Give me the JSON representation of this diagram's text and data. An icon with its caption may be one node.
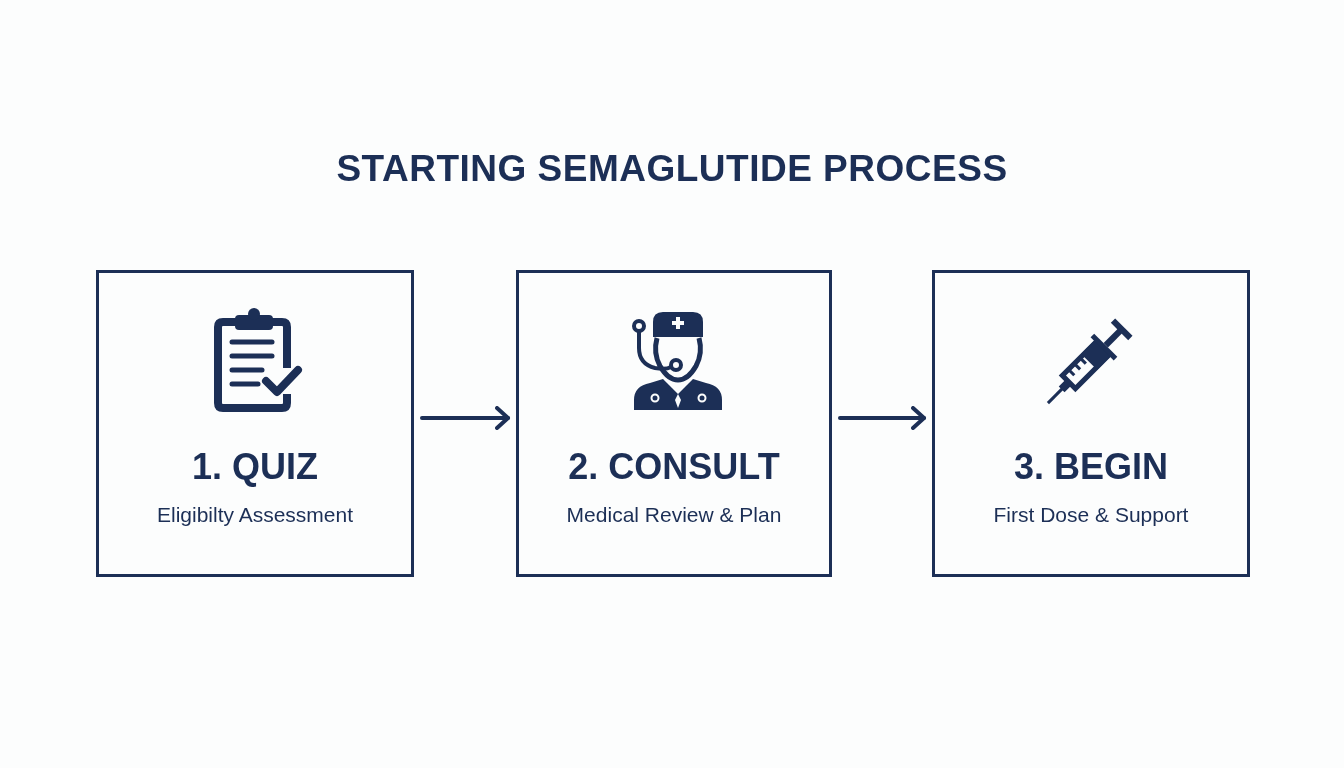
{
  "diagram": {
    "title": "STARTING SEMAGLUTIDE PROCESS",
    "nodes": [
      {
        "text": [
          "1. QUIZ",
          "Eligibilty Assessment"
        ]
      },
      {
        "text": [
          "2. CONSULT",
          "Medical Review & Plan"
        ]
      },
      {
        "text": [
          "3. BEGIN",
          "First Dose & Support"
        ]
      }
    ],
    "edges": [
      {
        "from": 0,
        "to": 1,
        "arrow": "to"
      },
      {
        "from": 1,
        "to": 2,
        "arrow": "to"
      }
    ]
  }
}
